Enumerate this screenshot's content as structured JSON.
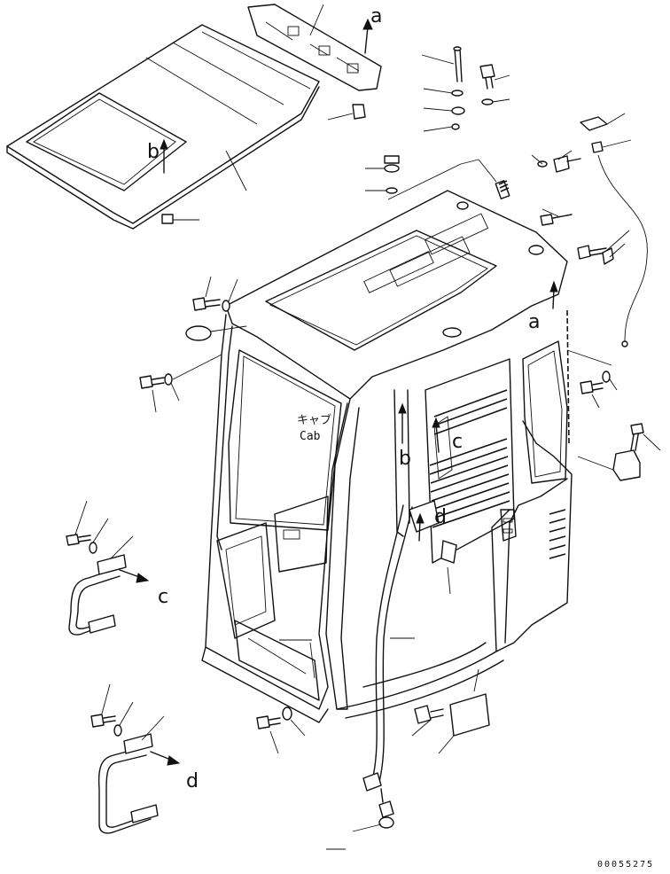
{
  "diagram": {
    "title_jp": "キャブ",
    "title_en": "Cab",
    "view_labels": {
      "a_top": "a",
      "a_right": "a",
      "b_roof": "b",
      "b_pillar": "b",
      "c_arrow": "c",
      "c_cab": "c",
      "d_arrow": "d",
      "d_cab": "d"
    },
    "drawing_number": "00055275"
  }
}
